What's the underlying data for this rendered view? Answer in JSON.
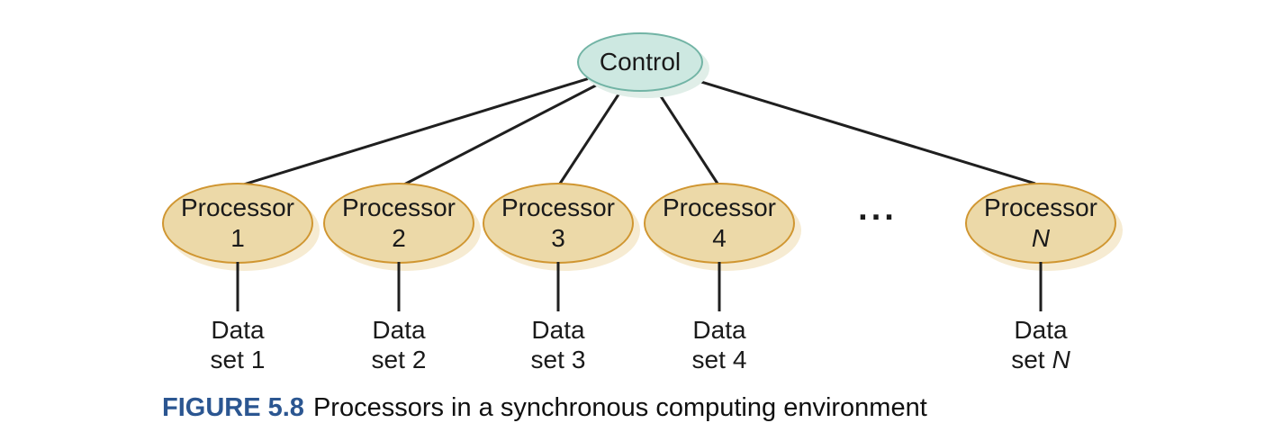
{
  "diagram": {
    "control": {
      "label": "Control"
    },
    "ellipsis": "...",
    "processors": [
      {
        "line1": "Processor",
        "line2": "1"
      },
      {
        "line1": "Processor",
        "line2": "2"
      },
      {
        "line1": "Processor",
        "line2": "3"
      },
      {
        "line1": "Processor",
        "line2": "4"
      },
      {
        "line1": "Processor",
        "line2": "N"
      }
    ],
    "datasets": [
      {
        "word": "Data",
        "prefix": "set",
        "num": "1"
      },
      {
        "word": "Data",
        "prefix": "set",
        "num": "2"
      },
      {
        "word": "Data",
        "prefix": "set",
        "num": "3"
      },
      {
        "word": "Data",
        "prefix": "set",
        "num": "4"
      },
      {
        "word": "Data",
        "prefix": "set",
        "num": "N"
      }
    ],
    "colors": {
      "control_fill": "#cde8e1",
      "control_border": "#72b4a5",
      "processor_fill": "#ecd9a8",
      "processor_border": "#d09631",
      "connector_line": "#1f1f1f",
      "caption_accent": "#2b5691"
    }
  },
  "caption": {
    "label": "FIGURE 5.8",
    "text": "Processors in a synchronous computing environment"
  }
}
